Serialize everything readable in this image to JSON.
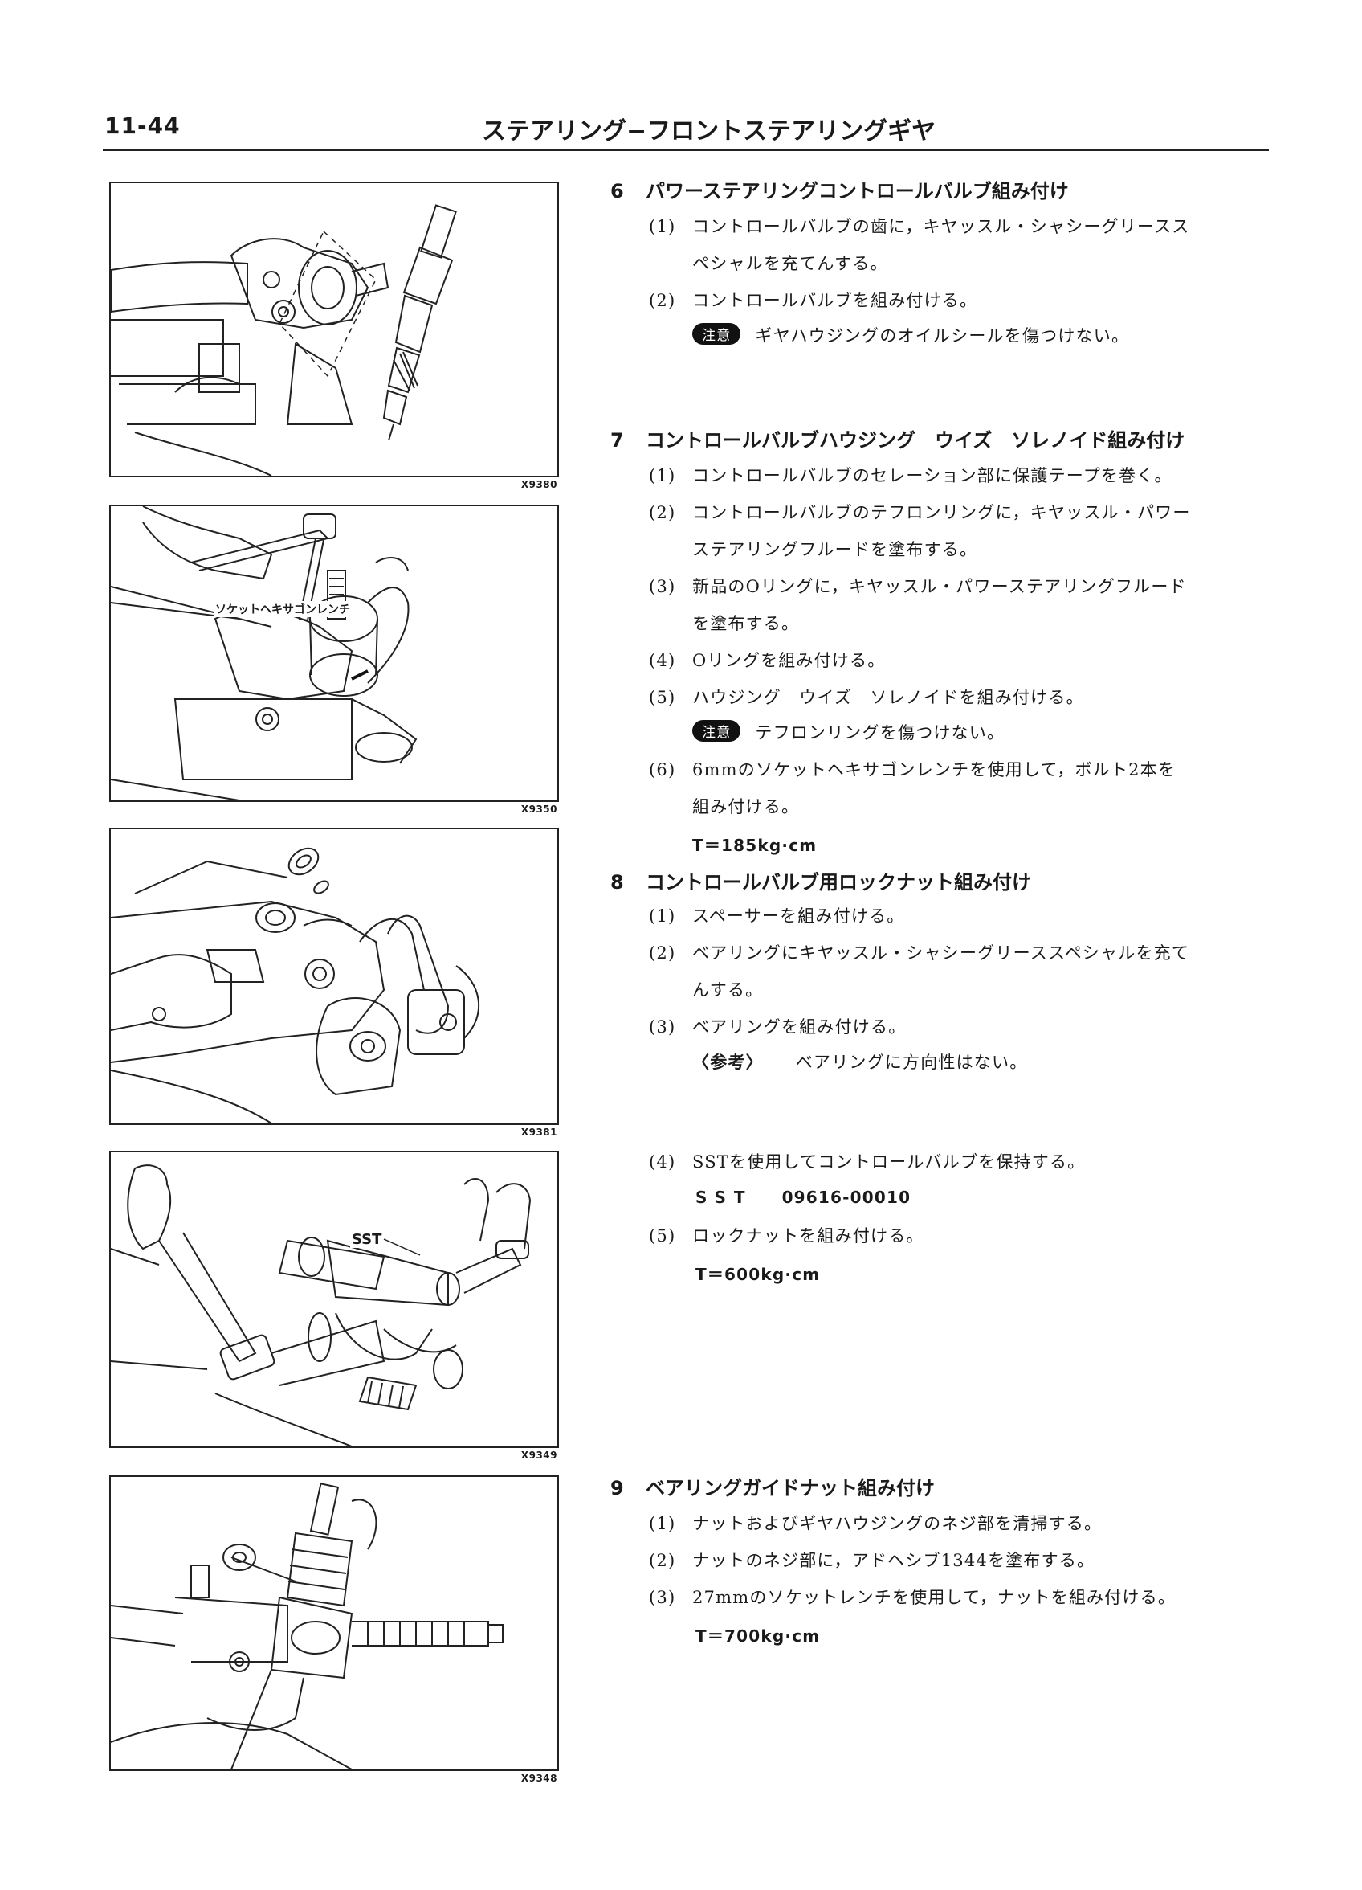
{
  "header": {
    "page_number": "11-44",
    "title": "ステアリング−フロントステアリングギヤ"
  },
  "figures": [
    {
      "code": "X9380"
    },
    {
      "code": "X9350",
      "label": "ソケットヘキサゴンレンチ"
    },
    {
      "code": "X9381"
    },
    {
      "code": "X9349",
      "label": "SST"
    },
    {
      "code": "X9348"
    }
  ],
  "steps": {
    "s6": {
      "num": "6",
      "title": "パワーステアリングコントロールバルブ組み付け",
      "items": [
        {
          "num": "(1)",
          "lines": [
            "コントロールバルブの歯に，キヤッスル・シャシーグリースス",
            "ペシャルを充てんする。"
          ]
        },
        {
          "num": "(2)",
          "lines": [
            "コントロールバルブを組み付ける。"
          ]
        }
      ],
      "caution_badge": "注意",
      "caution_text": "ギヤハウジングのオイルシールを傷つけない。"
    },
    "s7": {
      "num": "7",
      "title": "コントロールバルブハウジング　ウイズ　ソレノイド組み付け",
      "items": [
        {
          "num": "(1)",
          "lines": [
            "コントロールバルブのセレーション部に保護テープを巻く。"
          ]
        },
        {
          "num": "(2)",
          "lines": [
            "コントロールバルブのテフロンリングに，キヤッスル・パワー",
            "ステアリングフルードを塗布する。"
          ]
        },
        {
          "num": "(3)",
          "lines": [
            "新品のOリングに，キヤッスル・パワーステアリングフルード",
            "を塗布する。"
          ]
        },
        {
          "num": "(4)",
          "lines": [
            "Oリングを組み付ける。"
          ]
        },
        {
          "num": "(5)",
          "lines": [
            "ハウジング　ウイズ　ソレノイドを組み付ける。"
          ]
        },
        {
          "num": "(6)",
          "lines": [
            "6mmのソケットヘキサゴンレンチを使用して，ボルト2本を",
            "組み付ける。"
          ]
        }
      ],
      "caution_badge": "注意",
      "caution_text": "テフロンリングを傷つけない。",
      "torque": "T＝185kg·cm"
    },
    "s8": {
      "num": "8",
      "title": "コントロールバルブ用ロックナット組み付け",
      "items": [
        {
          "num": "(1)",
          "lines": [
            "スペーサーを組み付ける。"
          ]
        },
        {
          "num": "(2)",
          "lines": [
            "ベアリングにキヤッスル・シャシーグリーススペシャルを充て",
            "んする。"
          ]
        },
        {
          "num": "(3)",
          "lines": [
            "ベアリングを組み付ける。"
          ]
        },
        {
          "num": "(4)",
          "lines": [
            "SSTを使用してコントロールバルブを保持する。"
          ]
        },
        {
          "num": "(5)",
          "lines": [
            "ロックナットを組み付ける。"
          ]
        }
      ],
      "ref_tag": "〈参考〉",
      "ref_text": "ベアリングに方向性はない。",
      "sst_label": "SST",
      "sst_number": "09616-00010",
      "torque": "T＝600kg·cm"
    },
    "s9": {
      "num": "9",
      "title": "ベアリングガイドナット組み付け",
      "items": [
        {
          "num": "(1)",
          "lines": [
            "ナットおよびギヤハウジングのネジ部を清掃する。"
          ]
        },
        {
          "num": "(2)",
          "lines": [
            "ナットのネジ部に，アドヘシブ1344を塗布する。"
          ]
        },
        {
          "num": "(3)",
          "lines": [
            "27mmのソケットレンチを使用して，ナットを組み付ける。"
          ]
        }
      ],
      "torque": "T＝700kg·cm"
    }
  }
}
